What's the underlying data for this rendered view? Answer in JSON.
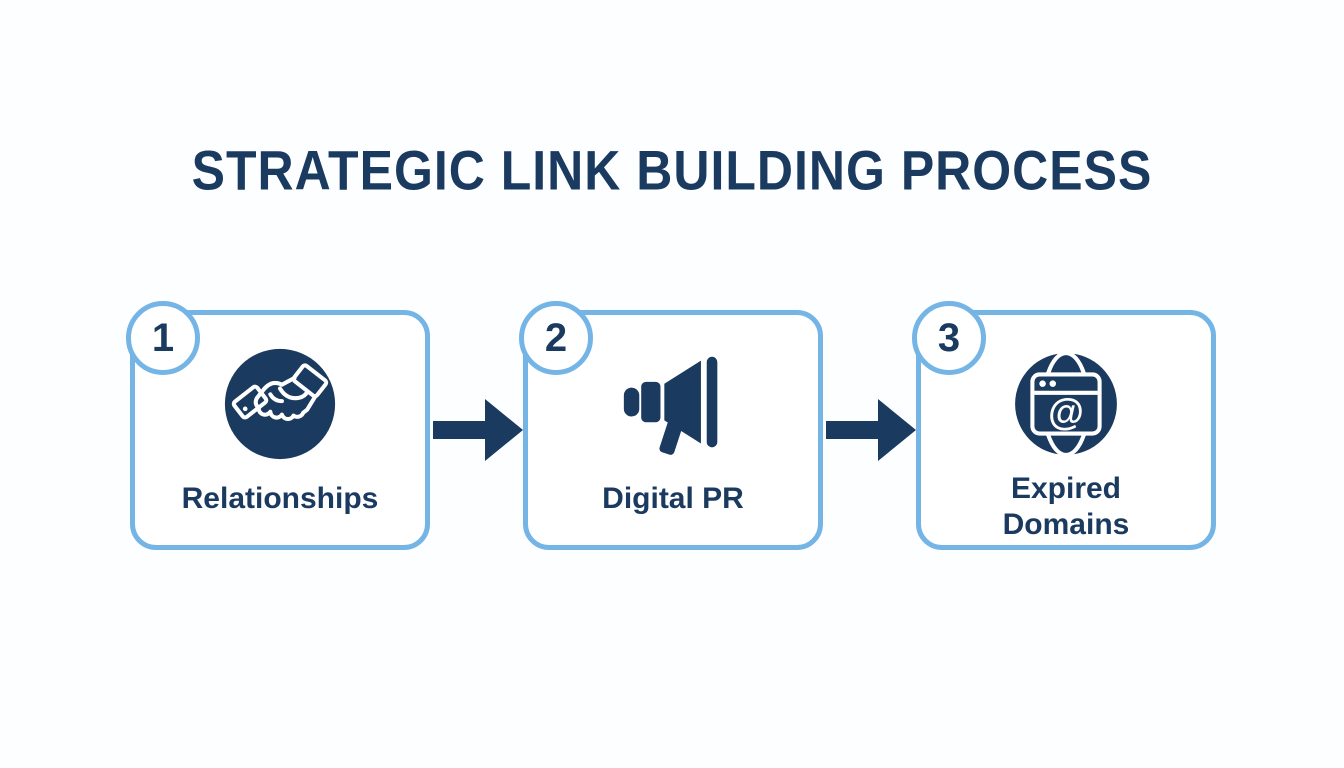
{
  "title": "STRATEGIC LINK BUILDING PROCESS",
  "colors": {
    "navy": "#1b3a60",
    "accent_blue": "#74b5e5",
    "card_background": "#ffffff",
    "page_background": "#fdfeff",
    "icon_foreground": "#ffffff"
  },
  "steps": [
    {
      "number": "1",
      "label": "Relationships",
      "icon": "handshake-icon"
    },
    {
      "number": "2",
      "label": "Digital PR",
      "icon": "megaphone-icon"
    },
    {
      "number": "3",
      "label": "Expired Domains",
      "icon": "globe-browser-at-icon"
    }
  ],
  "connectors": [
    {
      "icon": "right-arrow-icon"
    },
    {
      "icon": "right-arrow-icon"
    }
  ]
}
